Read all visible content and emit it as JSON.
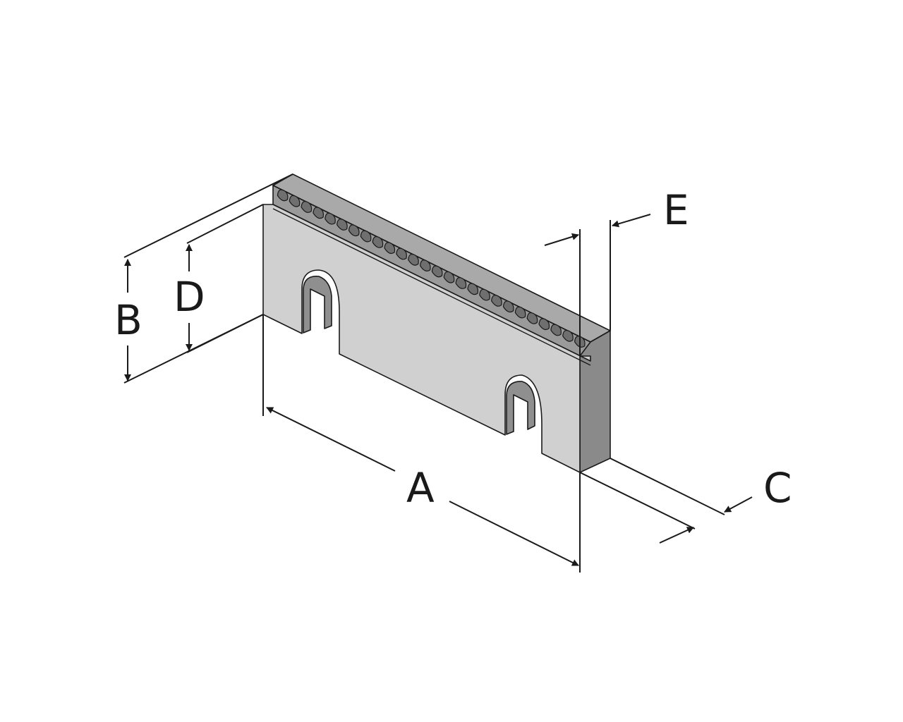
{
  "diagram": {
    "labels": {
      "A": "A",
      "B": "B",
      "C": "C",
      "D": "D",
      "E": "E"
    },
    "colors": {
      "front_face": "#d0d0d0",
      "top_face": "#a9a9a9",
      "side_face": "#8a8a8a",
      "recess": "#8f8f8f",
      "serration": "#6f6f6f",
      "line": "#1a1a1a",
      "background": "#ffffff"
    }
  }
}
